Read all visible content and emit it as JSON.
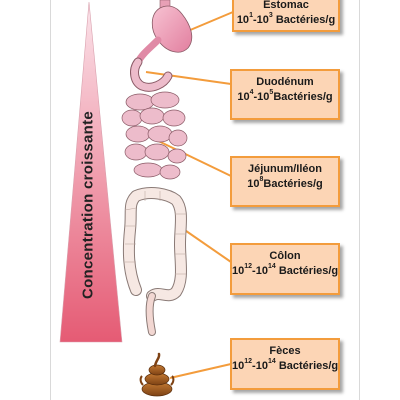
{
  "gradient_label": "Concentration croissante",
  "colors": {
    "box_fill": "#fcd5b5",
    "box_border": "#f39c3c",
    "triangle_top": "#fbe3ea",
    "triangle_bottom": "#e55b74",
    "stomach": "#f2a8bf",
    "intestine": "#edbccb",
    "colon": "#f4e2dc",
    "feces": "#a05a1e"
  },
  "stations": [
    {
      "name": "Estomac",
      "count_mantissa_low": "10",
      "exp_low": "1",
      "count_mantissa_high": "10",
      "exp_high": "3",
      "unit": "Bactéries/g"
    },
    {
      "name": "Duodénum",
      "count_mantissa_low": "10",
      "exp_low": "4",
      "count_mantissa_high": "10",
      "exp_high": "5",
      "unit": "Bactéries/g"
    },
    {
      "name": "Jéjunum/Iléon",
      "count_mantissa_low": "10",
      "exp_low": "8",
      "count_mantissa_high": "",
      "exp_high": "",
      "unit": "Bactéries/g"
    },
    {
      "name": "Côlon",
      "count_mantissa_low": "10",
      "exp_low": "12",
      "count_mantissa_high": "10",
      "exp_high": "14",
      "unit": "Bactéries/g"
    },
    {
      "name": "Fèces",
      "count_mantissa_low": "10",
      "exp_low": "12",
      "count_mantissa_high": "10",
      "exp_high": "14",
      "unit": "Bactéries/g"
    }
  ]
}
